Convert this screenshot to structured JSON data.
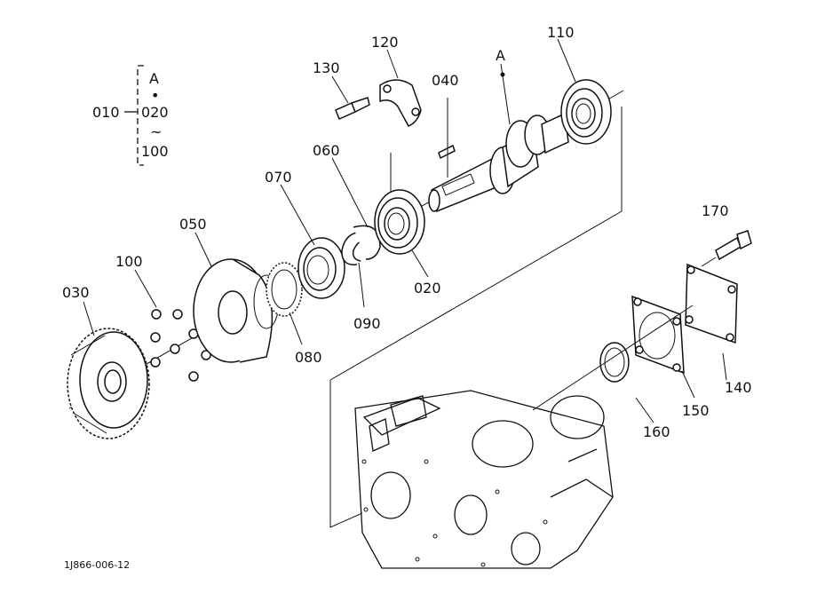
{
  "legend": {
    "main_code": "010",
    "ref": "A",
    "bullet": "•",
    "from_code": "020",
    "tilde": "~",
    "to_code": "100"
  },
  "labels": {
    "p020": "020",
    "p030": "030",
    "p040": "040",
    "p050": "050",
    "p060": "060",
    "p070": "070",
    "p080": "080",
    "p090": "090",
    "p100": "100",
    "p110": "110",
    "p120": "120",
    "p130": "130",
    "p140": "140",
    "p150": "150",
    "p160": "160",
    "p170": "170",
    "ref_a": "A"
  },
  "figure_code": "1J866-006-12"
}
